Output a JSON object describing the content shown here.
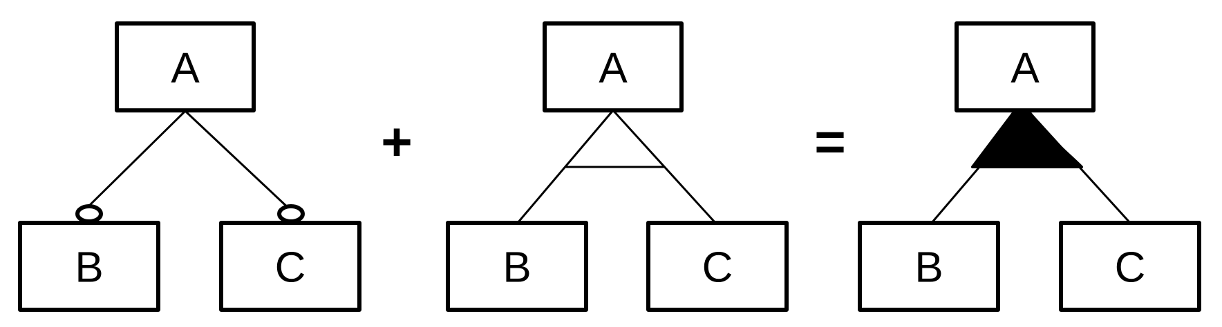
{
  "diagrams": [
    {
      "parent": "A",
      "children": [
        "B",
        "C"
      ],
      "notation": "optional"
    },
    {
      "parent": "A",
      "children": [
        "B",
        "C"
      ],
      "notation": "alternative"
    },
    {
      "parent": "A",
      "children": [
        "B",
        "C"
      ],
      "notation": "or"
    }
  ],
  "operators": {
    "plus": "+",
    "equals": "="
  }
}
